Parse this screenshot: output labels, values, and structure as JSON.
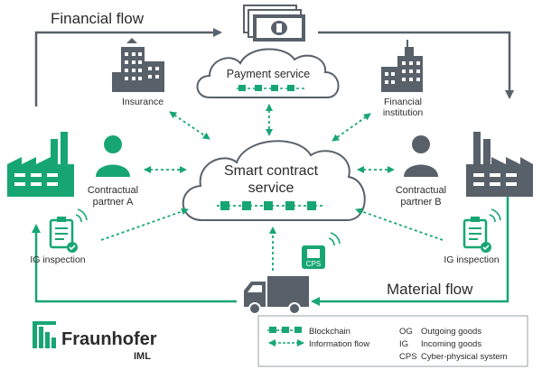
{
  "flows": {
    "financial": "Financial flow",
    "material": "Material flow"
  },
  "nodes": {
    "payment_service": "Payment service",
    "smart_contract_line1": "Smart contract",
    "smart_contract_line2": "service",
    "insurance": "Insurance",
    "financial_institution_line1": "Financial",
    "financial_institution_line2": "institution",
    "partner_a_line1": "Contractual",
    "partner_a_line2": "partner A",
    "partner_b_line1": "Contractual",
    "partner_b_line2": "partner B",
    "ig_inspection_left": "IG inspection",
    "ig_inspection_right": "IG inspection",
    "cps_badge": "CPS"
  },
  "legend": {
    "blockchain": "Blockchain",
    "information_flow": "Information flow",
    "abbrevs": [
      {
        "abbr": "OG",
        "text": "Outgoing goods"
      },
      {
        "abbr": "IG",
        "text": "Incoming goods"
      },
      {
        "abbr": "CPS",
        "text": "Cyber-physical system"
      }
    ]
  },
  "logo": {
    "name": "Fraunhofer",
    "subtitle": "IML"
  },
  "colors": {
    "green": "#17a673",
    "dark_green": "#0e8a5c",
    "gray": "#58616a",
    "light_gray": "#8c9399",
    "text": "#2b2b2b"
  }
}
